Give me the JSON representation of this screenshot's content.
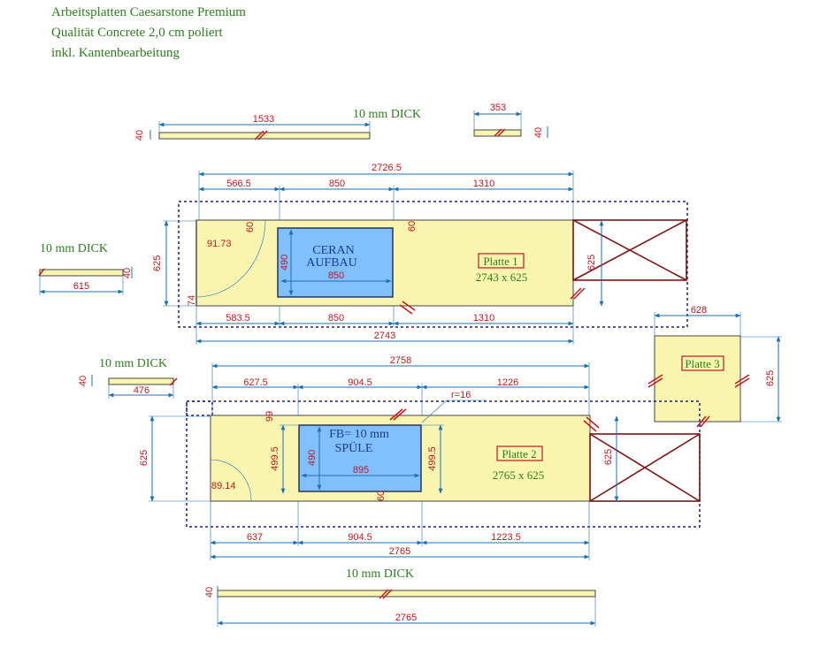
{
  "header": {
    "line1": "Arbeitsplatten Caesarstone Premium",
    "line2": "Qualität Concrete 2,0 cm poliert",
    "line3": "inkl. Kantenbearbeitung"
  },
  "notes": {
    "dick": "10 mm DICK"
  },
  "plates": {
    "plate1": {
      "name": "Platte 1",
      "size": "2743 x 625"
    },
    "plate2": {
      "name": "Platte 2",
      "size": "2765 x 625"
    },
    "plate3": {
      "name": "Platte 3"
    }
  },
  "labels": {
    "ceran_line1": "CERAN",
    "ceran_line2": "AUFBAU",
    "sink_line1": "FB= 10 mm",
    "sink_line2": "SPÜLE",
    "radius": "r=16"
  },
  "dims": {
    "strip_top_len": "1533",
    "strip_top_h": "40",
    "strip_small_len": "353",
    "strip_small_h": "40",
    "strip_left_len": "615",
    "strip_left_h": "40",
    "strip_mid_len": "476",
    "strip_mid_h": "40",
    "strip_bottom_len": "2765",
    "strip_bottom_h": "40",
    "p1_total_top": "2726.5",
    "p1_seg1_top": "566.5",
    "p1_seg2_top": "850",
    "p1_seg3_top": "1310",
    "p1_seg1_bot": "583.5",
    "p1_seg2_bot": "850",
    "p1_seg3_bot": "1310",
    "p1_total_bot": "2743",
    "p1_height": "625",
    "p1_height_right": "625",
    "p1_cut_h": "490",
    "p1_cut_w": "850",
    "p1_angle": "91.73",
    "p1_small_a": "60",
    "p1_small_b": "60",
    "p1_small_c": "74",
    "p3_width": "628",
    "p3_height": "625",
    "p2_total_top": "2758",
    "p2_seg1_top": "627.5",
    "p2_seg2_top": "904.5",
    "p2_seg3_top": "1226",
    "p2_height": "625",
    "p2_height_right": "625",
    "p2_inner_left": "499.5",
    "p2_inner_right": "499.5",
    "p2_cut_h": "490",
    "p2_cut_w": "895",
    "p2_small_a": "99",
    "p2_small_b": "60",
    "p2_angle": "89.14",
    "p2_seg1_bot": "637",
    "p2_seg2_bot": "904.5",
    "p2_seg3_bot": "1223.5",
    "p2_total_bot": "2765"
  }
}
